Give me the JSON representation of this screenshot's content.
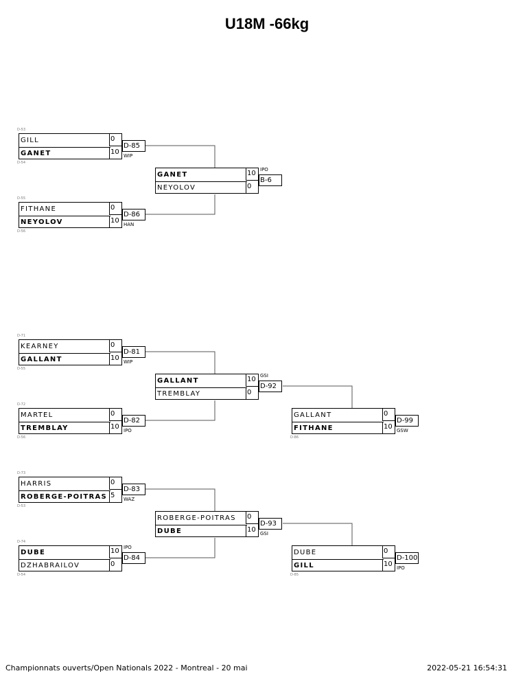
{
  "title": "U18M -66kg",
  "footer": {
    "left": "Championnats ouverts/Open Nationals 2022 - Montreal - 20 mai",
    "right": "2022-05-21 16:54:31"
  },
  "matches": [
    {
      "top": {
        "name": "GILL",
        "score": "0",
        "winner": false
      },
      "bottom": {
        "name": "GANET",
        "score": "10",
        "winner": true
      },
      "code": "D-85",
      "club": "WIP",
      "pre_top": "D-53",
      "pre_bottom": "D-54"
    },
    {
      "top": {
        "name": "FITHANE",
        "score": "0",
        "winner": false
      },
      "bottom": {
        "name": "NEYOLOV",
        "score": "10",
        "winner": true
      },
      "code": "D-86",
      "club": "HAN",
      "pre_top": "D-55",
      "pre_bottom": "D-56"
    },
    {
      "top": {
        "name": "GANET",
        "score": "10",
        "winner": true
      },
      "bottom": {
        "name": "NEYOLOV",
        "score": "0",
        "winner": false
      },
      "code": "B-6",
      "club": "IPO"
    },
    {
      "top": {
        "name": "KEARNEY",
        "score": "0",
        "winner": false
      },
      "bottom": {
        "name": "GALLANT",
        "score": "10",
        "winner": true
      },
      "code": "D-81",
      "club": "WIP",
      "pre_top": "D-71",
      "pre_bottom": "D-55"
    },
    {
      "top": {
        "name": "MARTEL",
        "score": "0",
        "winner": false
      },
      "bottom": {
        "name": "TREMBLAY",
        "score": "10",
        "winner": true
      },
      "code": "D-82",
      "club": "IPO",
      "pre_top": "D-72",
      "pre_bottom": "D-56"
    },
    {
      "top": {
        "name": "GALLANT",
        "score": "10",
        "winner": true
      },
      "bottom": {
        "name": "TREMBLAY",
        "score": "0",
        "winner": false
      },
      "code": "D-92",
      "club": "GSI"
    },
    {
      "top": {
        "name": "GALLANT",
        "score": "0",
        "winner": false
      },
      "bottom": {
        "name": "FITHANE",
        "score": "10",
        "winner": true
      },
      "code": "D-99",
      "club": "GSW",
      "pre_bottom": "D-86"
    },
    {
      "top": {
        "name": "HARRIS",
        "score": "0",
        "winner": false
      },
      "bottom": {
        "name": "ROBERGE-POITRAS",
        "score": "5",
        "winner": true
      },
      "code": "D-83",
      "club": "WAZ",
      "pre_top": "D-73",
      "pre_bottom": "D-53"
    },
    {
      "top": {
        "name": "DUBE",
        "score": "10",
        "winner": true
      },
      "bottom": {
        "name": "DZHABRAILOV",
        "score": "0",
        "winner": false
      },
      "code": "D-84",
      "club": "IPO",
      "pre_top": "D-74",
      "pre_bottom": "D-54"
    },
    {
      "top": {
        "name": "ROBERGE-POITRAS",
        "score": "0",
        "winner": false
      },
      "bottom": {
        "name": "DUBE",
        "score": "10",
        "winner": true
      },
      "code": "D-93",
      "club": "GSI"
    },
    {
      "top": {
        "name": "DUBE",
        "score": "0",
        "winner": false
      },
      "bottom": {
        "name": "GILL",
        "score": "10",
        "winner": true
      },
      "code": "D-100",
      "club": "IPO",
      "pre_bottom": "D-85"
    }
  ]
}
